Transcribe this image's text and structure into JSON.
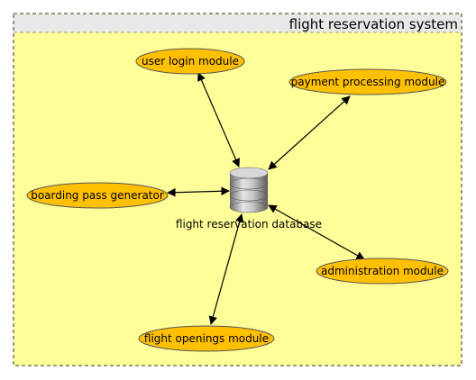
{
  "diagram": {
    "title": "flight reservation system",
    "database": {
      "label": "flight reservation database"
    },
    "modules": [
      {
        "id": "user-login-module",
        "label": "user login module"
      },
      {
        "id": "payment-processing-module",
        "label": "payment processing module"
      },
      {
        "id": "boarding-pass-generator",
        "label": "boarding pass generator"
      },
      {
        "id": "administration-module",
        "label": "administration module"
      },
      {
        "id": "flight-openings-module",
        "label": "flight openings module"
      }
    ],
    "colors": {
      "frame_fill": "#ffff99",
      "title_bar": "#e8e8e8",
      "node_fill": "#ffc000",
      "node_stroke": "#555555",
      "edge": "#000000"
    }
  }
}
